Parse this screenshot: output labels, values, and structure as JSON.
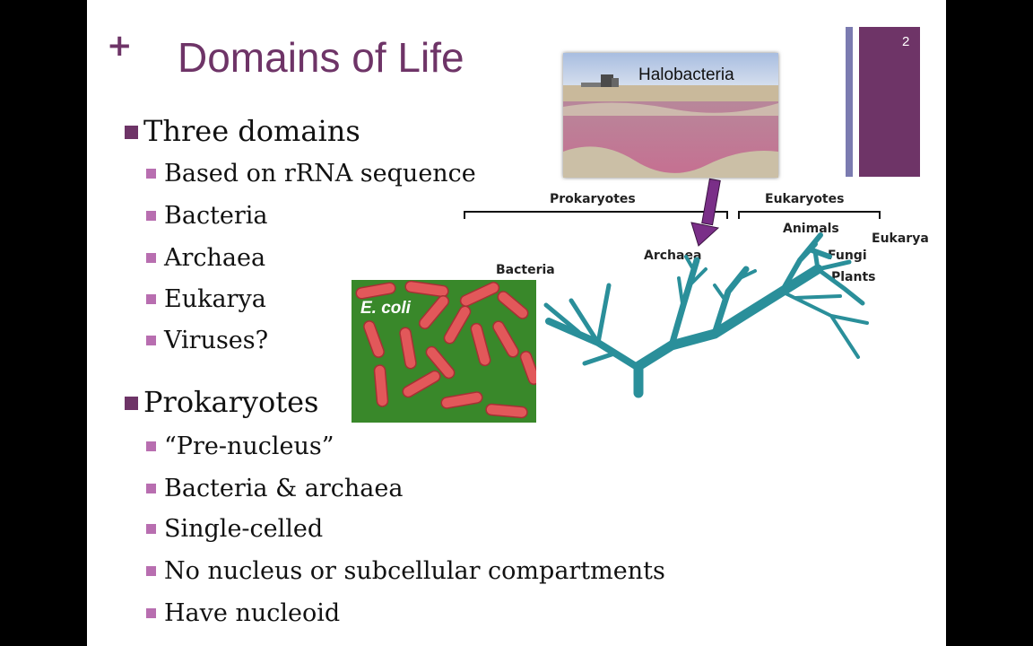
{
  "colors": {
    "accent": "#6e3467",
    "bar_thin": "#7b7bb0",
    "bullet_l1": "#6e3467",
    "bullet_l2": "#b86eb0",
    "tree": "#2a8f9a",
    "arrow": "#7a2f88"
  },
  "slide": {
    "title": "Domains of Life",
    "page_number": "2",
    "plus_glyph": "+"
  },
  "bullets": {
    "section1": {
      "heading": "Three domains",
      "items": [
        "Based on rRNA sequence",
        "Bacteria",
        "Archaea",
        "Eukarya",
        "Viruses?"
      ]
    },
    "section2": {
      "heading": "Prokaryotes",
      "items": [
        "“Pre-nucleus”",
        "Bacteria & archaea",
        "Single-celled",
        "No nucleus or subcellular compartments",
        "Have nucleoid"
      ]
    }
  },
  "images": {
    "halobacteria": {
      "caption": "Halobacteria"
    },
    "ecoli": {
      "caption": "E. coli"
    }
  },
  "tree_diagram": {
    "group_prokaryotes": "Prokaryotes",
    "group_eukaryotes": "Eukaryotes",
    "label_bacteria": "Bacteria",
    "label_archaea": "Archaea",
    "label_eukarya": "Eukarya",
    "label_animals": "Animals",
    "label_fungi": "Fungi",
    "label_plants": "Plants"
  }
}
